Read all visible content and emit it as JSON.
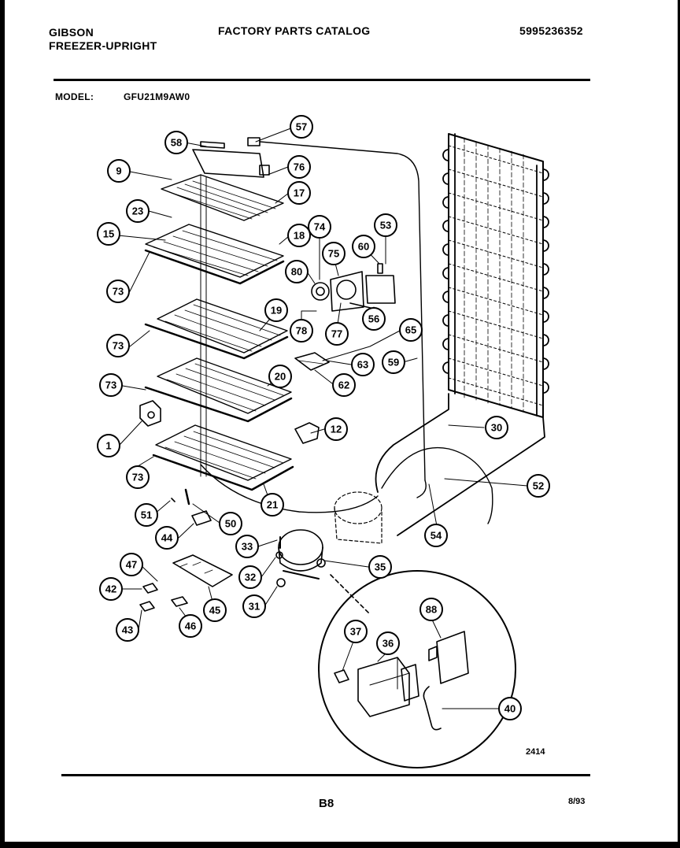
{
  "header": {
    "brand": "GIBSON",
    "product_line": "FREEZER-UPRIGHT",
    "catalog_title": "FACTORY PARTS CATALOG",
    "catalog_number": "5995236352",
    "model_label": "MODEL:",
    "model_number": "GFU21M9AW0"
  },
  "callouts": [
    "57",
    "58",
    "76",
    "9",
    "17",
    "23",
    "15",
    "18",
    "74",
    "53",
    "75",
    "60",
    "80",
    "73",
    "56",
    "77",
    "78",
    "19",
    "65",
    "73",
    "63",
    "59",
    "62",
    "20",
    "73",
    "30",
    "12",
    "1",
    "73",
    "52",
    "21",
    "51",
    "50",
    "54",
    "44",
    "33",
    "35",
    "47",
    "32",
    "42",
    "31",
    "45",
    "43",
    "46",
    "88",
    "37",
    "36",
    "40"
  ],
  "footer": {
    "drawing_number": "2414",
    "page_number": "B8",
    "date": "8/93"
  }
}
